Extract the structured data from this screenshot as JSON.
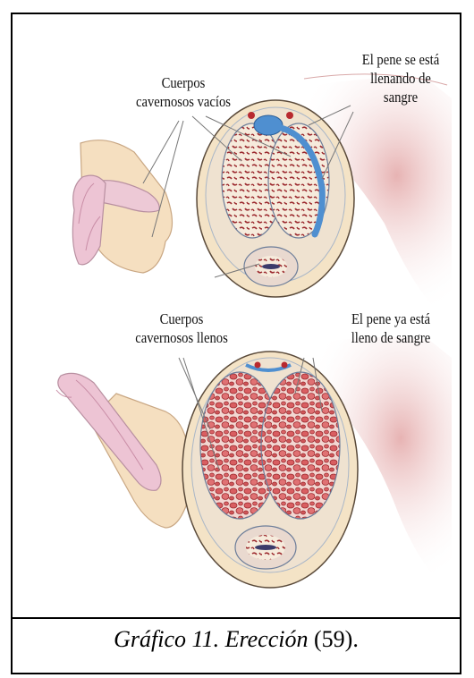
{
  "labels": {
    "top_left": [
      "Cuerpos",
      "cavernosos vacíos"
    ],
    "top_right": [
      "El pene se está",
      "llenando de",
      "sangre"
    ],
    "bottom_left": [
      "Cuerpos",
      "cavernosos llenos"
    ],
    "bottom_right": [
      "El pene ya está",
      "lleno de sangre"
    ]
  },
  "caption": {
    "italic": "Gráfico 11. Erección",
    "ref": " (59)."
  },
  "colors": {
    "border": "#000000",
    "skin": "#f3d9b5",
    "shaft": "#e9c7d6",
    "tissue_empty": "#f5e9d6",
    "tissue_full": "#e28a8a",
    "vessel_red": "#b8292f",
    "vessel_blue": "#4f8fd0",
    "shadow_red": "#d7a0a0"
  }
}
